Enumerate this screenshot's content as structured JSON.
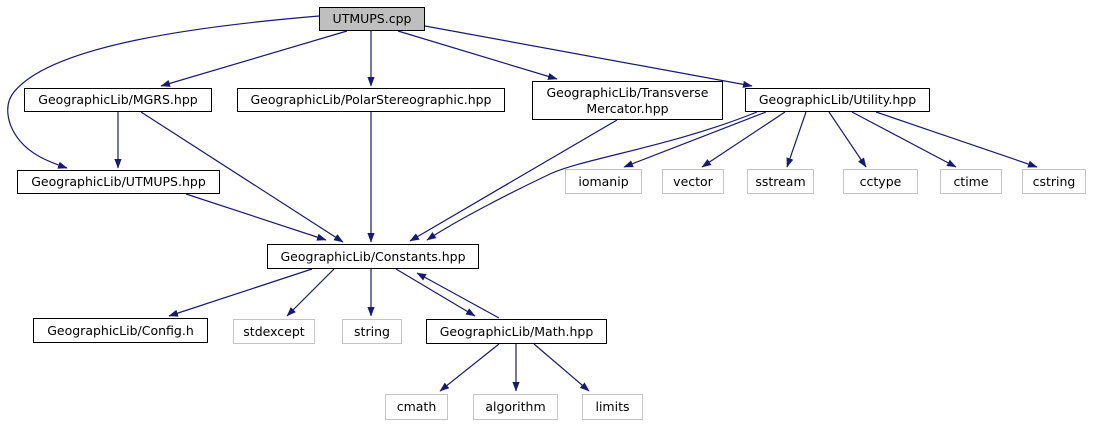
{
  "graph": {
    "colors": {
      "edge": "#191970",
      "root_fill": "#bfbfbf",
      "node_border": "#000000",
      "std_node_border": "#c4c4c4",
      "background": "#ffffff"
    },
    "nodes": {
      "utmups_cpp": {
        "label": "UTMUPS.cpp"
      },
      "mgrs": {
        "label": "GeographicLib/MGRS.hpp"
      },
      "polar": {
        "label": "GeographicLib/PolarStereographic.hpp"
      },
      "tmercator": {
        "label": "GeographicLib/Transverse\nMercator.hpp"
      },
      "utility": {
        "label": "GeographicLib/Utility.hpp"
      },
      "utmups_hpp": {
        "label": "GeographicLib/UTMUPS.hpp"
      },
      "iomanip": {
        "label": "iomanip"
      },
      "vector": {
        "label": "vector"
      },
      "sstream": {
        "label": "sstream"
      },
      "cctype": {
        "label": "cctype"
      },
      "ctime": {
        "label": "ctime"
      },
      "cstring": {
        "label": "cstring"
      },
      "constants": {
        "label": "GeographicLib/Constants.hpp"
      },
      "config": {
        "label": "GeographicLib/Config.h"
      },
      "stdexcept": {
        "label": "stdexcept"
      },
      "string": {
        "label": "string"
      },
      "math": {
        "label": "GeographicLib/Math.hpp"
      },
      "cmath": {
        "label": "cmath"
      },
      "algorithm": {
        "label": "algorithm"
      },
      "limits": {
        "label": "limits"
      }
    },
    "edges": [
      {
        "from": "utmups_cpp",
        "to": "mgrs"
      },
      {
        "from": "utmups_cpp",
        "to": "polar"
      },
      {
        "from": "utmups_cpp",
        "to": "tmercator"
      },
      {
        "from": "utmups_cpp",
        "to": "utility"
      },
      {
        "from": "utmups_cpp",
        "to": "utmups_hpp"
      },
      {
        "from": "mgrs",
        "to": "utmups_hpp"
      },
      {
        "from": "mgrs",
        "to": "constants"
      },
      {
        "from": "polar",
        "to": "constants"
      },
      {
        "from": "tmercator",
        "to": "constants"
      },
      {
        "from": "utility",
        "to": "constants"
      },
      {
        "from": "utmups_hpp",
        "to": "constants"
      },
      {
        "from": "utility",
        "to": "iomanip"
      },
      {
        "from": "utility",
        "to": "vector"
      },
      {
        "from": "utility",
        "to": "sstream"
      },
      {
        "from": "utility",
        "to": "cctype"
      },
      {
        "from": "utility",
        "to": "ctime"
      },
      {
        "from": "utility",
        "to": "cstring"
      },
      {
        "from": "constants",
        "to": "config"
      },
      {
        "from": "constants",
        "to": "stdexcept"
      },
      {
        "from": "constants",
        "to": "string"
      },
      {
        "from": "constants",
        "to": "math"
      },
      {
        "from": "math",
        "to": "constants"
      },
      {
        "from": "math",
        "to": "cmath"
      },
      {
        "from": "math",
        "to": "algorithm"
      },
      {
        "from": "math",
        "to": "limits"
      }
    ]
  }
}
